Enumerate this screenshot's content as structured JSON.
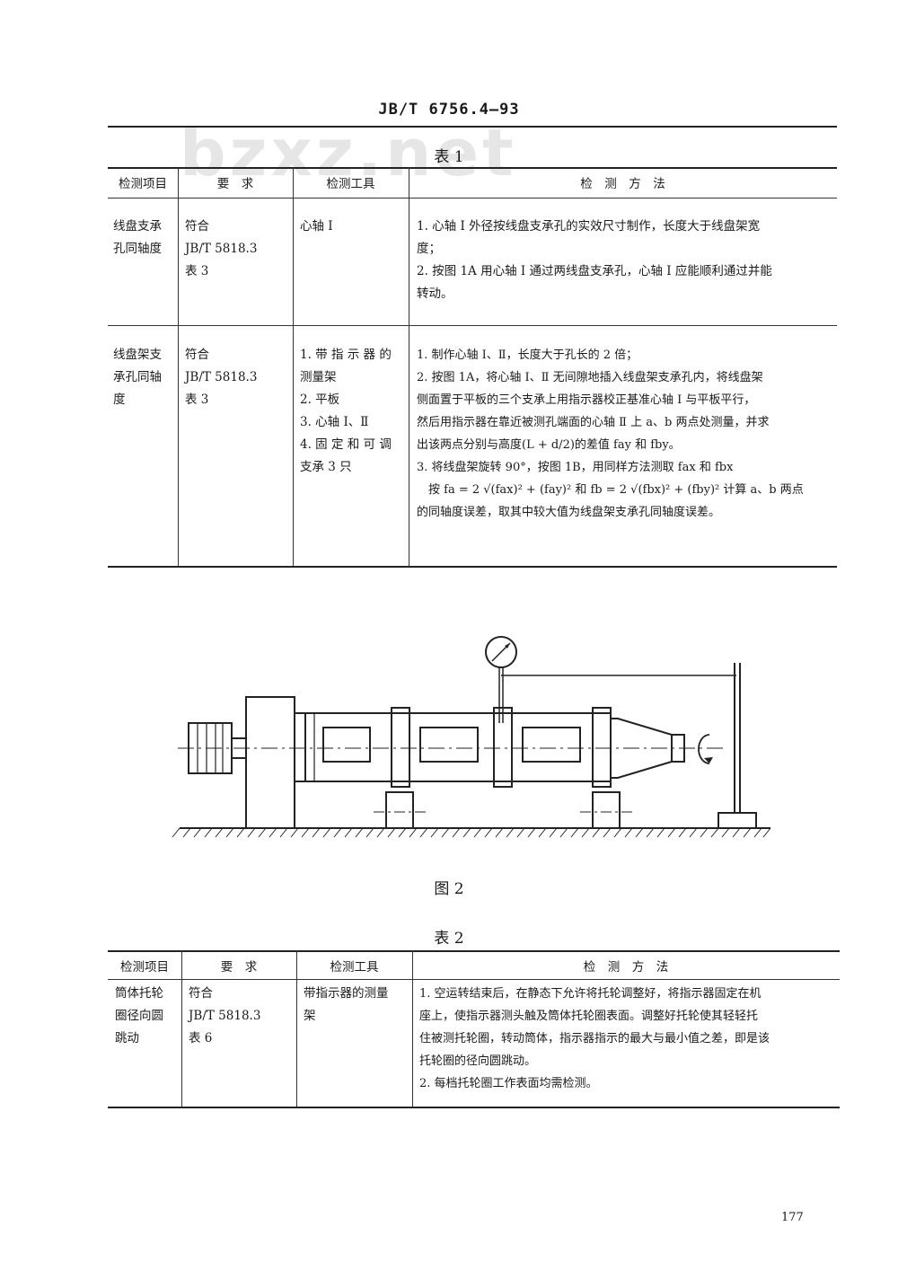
{
  "header": {
    "doc_code": "JB/T 6756.4—93"
  },
  "watermark": "bzxz.net",
  "table1": {
    "caption": "表 1",
    "headers": [
      "检测项目",
      "要　求",
      "检测工具",
      "检　测　方　法"
    ],
    "rows": [
      {
        "item": [
          "线盘支承",
          "孔同轴度"
        ],
        "requirement": [
          "符合",
          "JB/T 5818.3",
          "表 3"
        ],
        "tools": [
          "心轴 I"
        ],
        "method": [
          "1. 心轴 I 外径按线盘支承孔的实效尺寸制作，长度大于线盘架宽",
          "度；",
          "2. 按图 1A 用心轴 I 通过两线盘支承孔，心轴 I 应能顺利通过并能",
          "转动。"
        ]
      },
      {
        "item": [
          "线盘架支",
          "承孔同轴",
          "度"
        ],
        "requirement": [
          "符合",
          "JB/T 5818.3",
          "表 3"
        ],
        "tools": [
          "1. 带 指 示 器 的",
          "测量架",
          "2. 平板",
          "3. 心轴 Ⅰ、Ⅱ",
          "4. 固 定 和 可 调",
          "支承 3 只"
        ],
        "method": [
          "1. 制作心轴 Ⅰ、Ⅱ，长度大于孔长的 2 倍；",
          "2. 按图 1A，将心轴 Ⅰ、Ⅱ 无间隙地插入线盘架支承孔内，将线盘架",
          "侧面置于平板的三个支承上用指示器校正基准心轴 Ⅰ 与平板平行，",
          "然后用指示器在靠近被测孔端面的心轴 Ⅱ 上 a、b 两点处测量，并求",
          "出该两点分别与高度(L + d/2)的差值 fay 和 fby。",
          "3. 将线盘架旋转 90°，按图 1B，用同样方法测取 fax 和 fbx",
          "　按 fa = 2 √(fax)² + (fay)² 和 fb = 2 √(fbx)² + (fby)² 计算 a、b 两点",
          "的同轴度误差，取其中较大值为线盘架支承孔同轴度误差。"
        ]
      }
    ]
  },
  "figure2": {
    "caption": "图 2"
  },
  "table2": {
    "caption": "表 2",
    "headers": [
      "检测项目",
      "要　求",
      "检测工具",
      "检　测　方　法"
    ],
    "rows": [
      {
        "item": [
          "筒体托轮",
          "圈径向圆",
          "跳动"
        ],
        "requirement": [
          "符合",
          "JB/T 5818.3",
          "表 6"
        ],
        "tools": [
          "带指示器的测量",
          "架"
        ],
        "method": [
          "1. 空运转结束后，在静态下允许将托轮调整好，将指示器固定在机",
          "座上，使指示器测头触及筒体托轮圈表面。调整好托轮使其轻轻托",
          "住被测托轮圈，转动筒体，指示器指示的最大与最小值之差，即是该",
          "托轮圈的径向圆跳动。",
          "2. 每档托轮圈工作表面均需检测。"
        ]
      }
    ]
  },
  "footer": {
    "page_number": "177"
  }
}
